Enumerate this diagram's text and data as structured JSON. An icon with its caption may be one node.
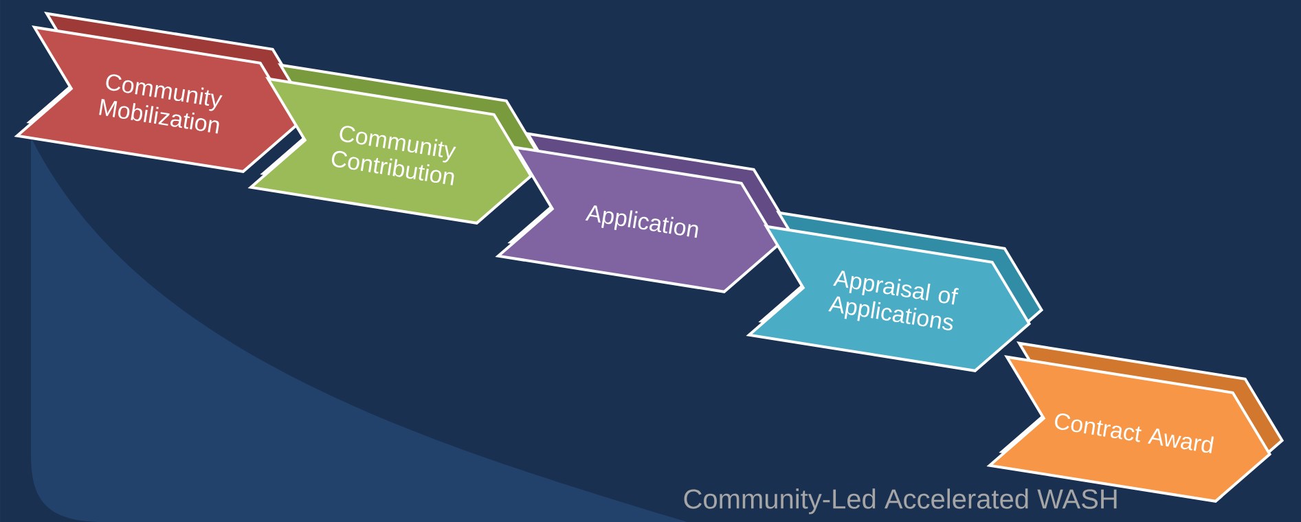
{
  "diagram": {
    "nodes": [
      {
        "text": [
          "Community Mobilization"
        ]
      },
      {
        "text": [
          "Community Contribution"
        ]
      },
      {
        "text": [
          "Application"
        ]
      },
      {
        "text": [
          "Appraisal of Applications"
        ]
      },
      {
        "text": [
          "Contract Award"
        ]
      }
    ],
    "labels": [
      "Community-Led Accelerated WASH"
    ]
  }
}
